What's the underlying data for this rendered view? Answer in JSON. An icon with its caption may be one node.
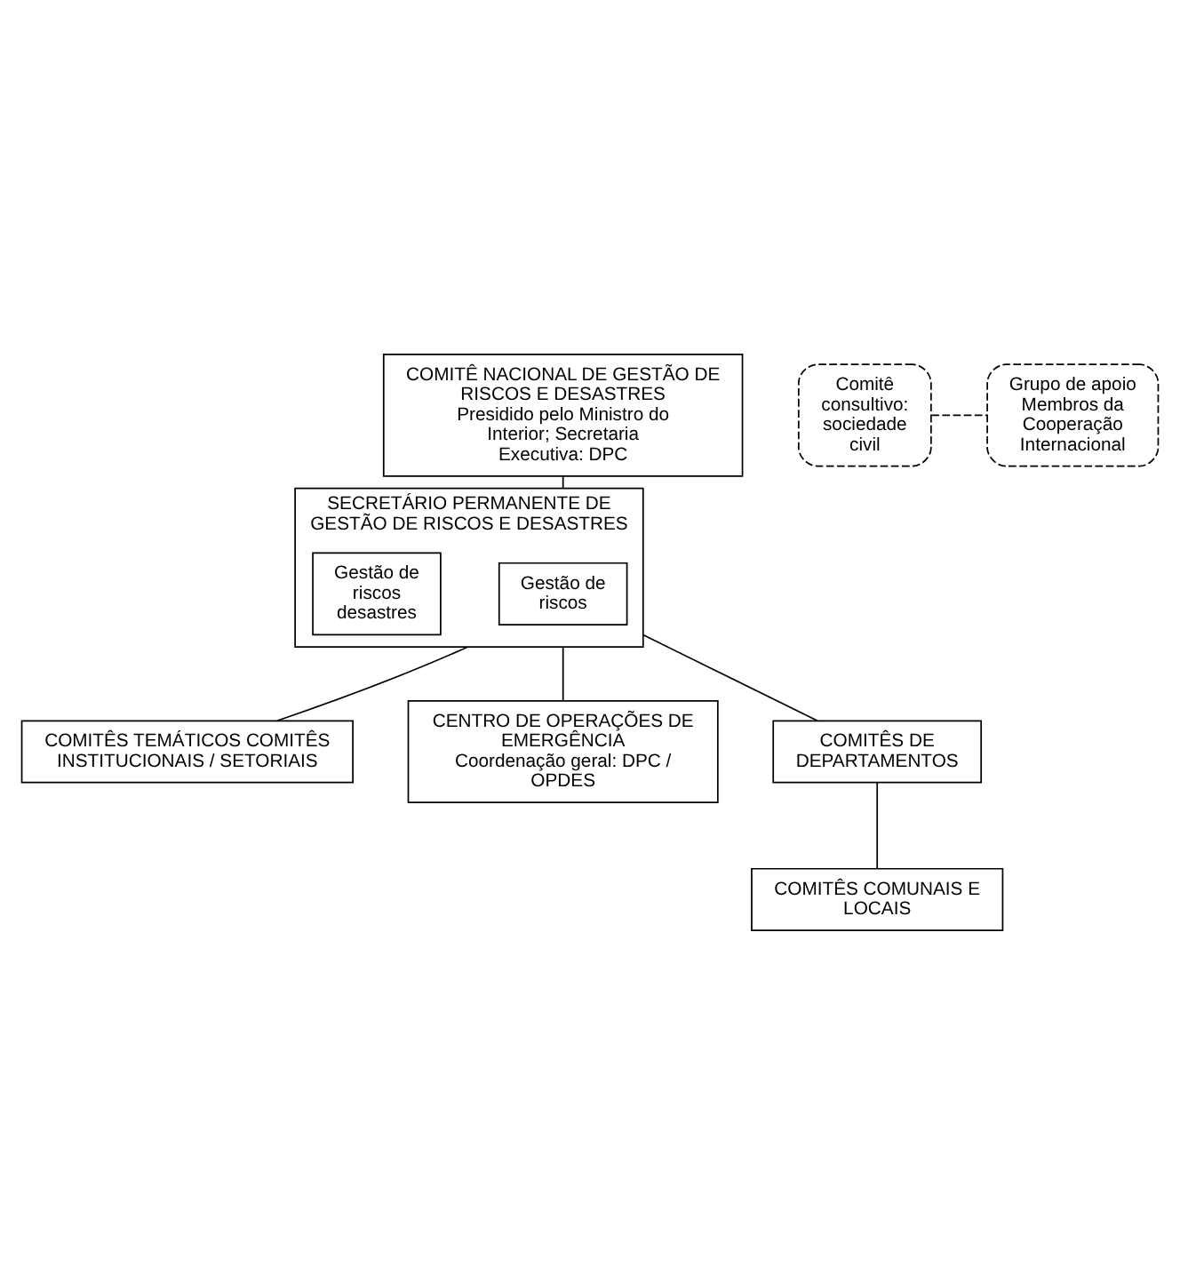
{
  "diagram": {
    "nodes": [
      {
        "text": [
          "COMITÊ NACIONAL DE GESTÃO DE RISCOS E DESASTRES",
          "Presidido pelo Ministro do Interior; Secretaria Executiva: DPC"
        ]
      },
      {
        "text": [
          "Comitê consultivo: sociedade civil"
        ]
      },
      {
        "text": [
          "Grupo de apoio Membros da Cooperação Internacional"
        ]
      },
      {
        "text": [
          "SECRETÁRIO PERMANENTE DE GESTÃO DE RISCOS E DESASTRES"
        ]
      },
      {
        "text": [
          "Gestão de riscos"
        ],
        "in": 3
      },
      {
        "text": [
          "Gestão de riscos desastres"
        ],
        "in": 3
      },
      {
        "text": [
          "COMITÊS TEMÁTICOS COMITÊS INSTITUCIONAIS / SETORIAIS"
        ]
      },
      {
        "text": [
          "CENTRO DE OPERAÇÕES DE EMERGÊNCIA",
          "Coordenação geral: DPC / OPDES"
        ]
      },
      {
        "text": [
          "COMITÊS DE DEPARTAMENTOS"
        ]
      },
      {
        "text": [
          "COMITÊS COMUNAIS E LOCAIS"
        ]
      }
    ],
    "edges": [
      {
        "from": 0,
        "to": 3,
        "arrow": "none"
      },
      {
        "from": 1,
        "to": 2,
        "arrow": "none",
        "style": "dashed"
      },
      {
        "from": 3,
        "to": 6,
        "arrow": "none"
      },
      {
        "from": 3,
        "to": 7,
        "arrow": "none"
      },
      {
        "from": 3,
        "to": 8,
        "arrow": "none"
      },
      {
        "from": 8,
        "to": 9,
        "arrow": "none"
      }
    ]
  }
}
